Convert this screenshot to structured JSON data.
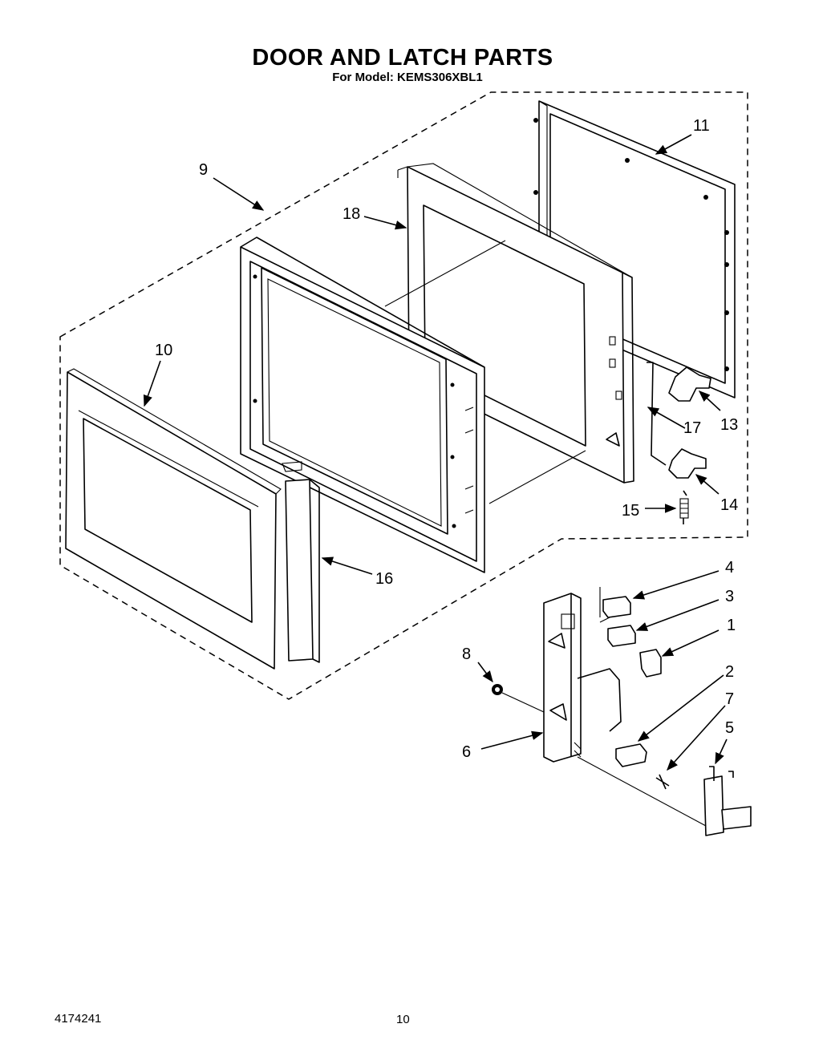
{
  "page": {
    "title": "DOOR AND LATCH PARTS",
    "subtitle": "For Model: KEMS306XBL1",
    "doc_number": "4174241",
    "page_number": "10"
  },
  "callouts": {
    "c1": "1",
    "c2": "2",
    "c3": "3",
    "c4": "4",
    "c5": "5",
    "c6": "6",
    "c7": "7",
    "c8": "8",
    "c9": "9",
    "c10": "10",
    "c11": "11",
    "c13": "13",
    "c14": "14",
    "c15": "15",
    "c16": "16",
    "c17": "17",
    "c18": "18"
  }
}
